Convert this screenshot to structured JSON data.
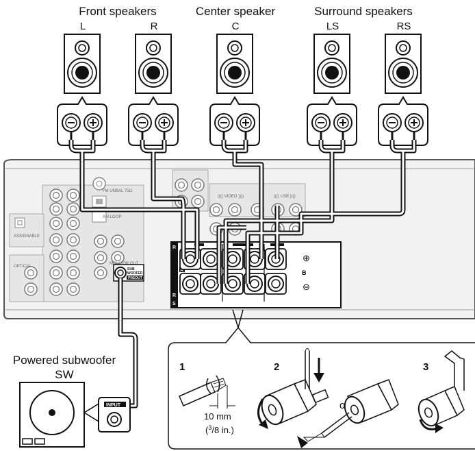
{
  "groups": {
    "front": "Front speakers",
    "center": "Center speaker",
    "surround": "Surround speakers"
  },
  "channels": {
    "l": "L",
    "r": "R",
    "c": "C",
    "ls": "LS",
    "rs": "RS"
  },
  "subwoofer": {
    "title": "Powered subwoofer",
    "channel": "SW",
    "input": "INPUT"
  },
  "receiver": {
    "sub_out_line1": "SUB",
    "sub_out_line2": "WOOFER",
    "sub_out_line3": "PREOUT",
    "plus": "⊕",
    "minus": "⊖",
    "b": "B",
    "a": "A",
    "rs_r": "R",
    "rs_s": "S"
  },
  "steps": {
    "s1": "1",
    "s2": "2",
    "s3": "3",
    "or": "or",
    "strip_length": "10 mm",
    "strip_imperial_open": "(",
    "strip_imperial_sup": "3",
    "strip_imperial_rest": "/8 in.)"
  },
  "icons": [
    "speaker-icon",
    "binding-post-icon",
    "wire-strip-icon",
    "terminal-screw-icon",
    "rotate-arrow-icon",
    "down-arrow-icon"
  ],
  "colors": {
    "line": "#111111",
    "panel": "#f2f2f2",
    "panel_light": "#e6e6e6",
    "white": "#ffffff"
  }
}
